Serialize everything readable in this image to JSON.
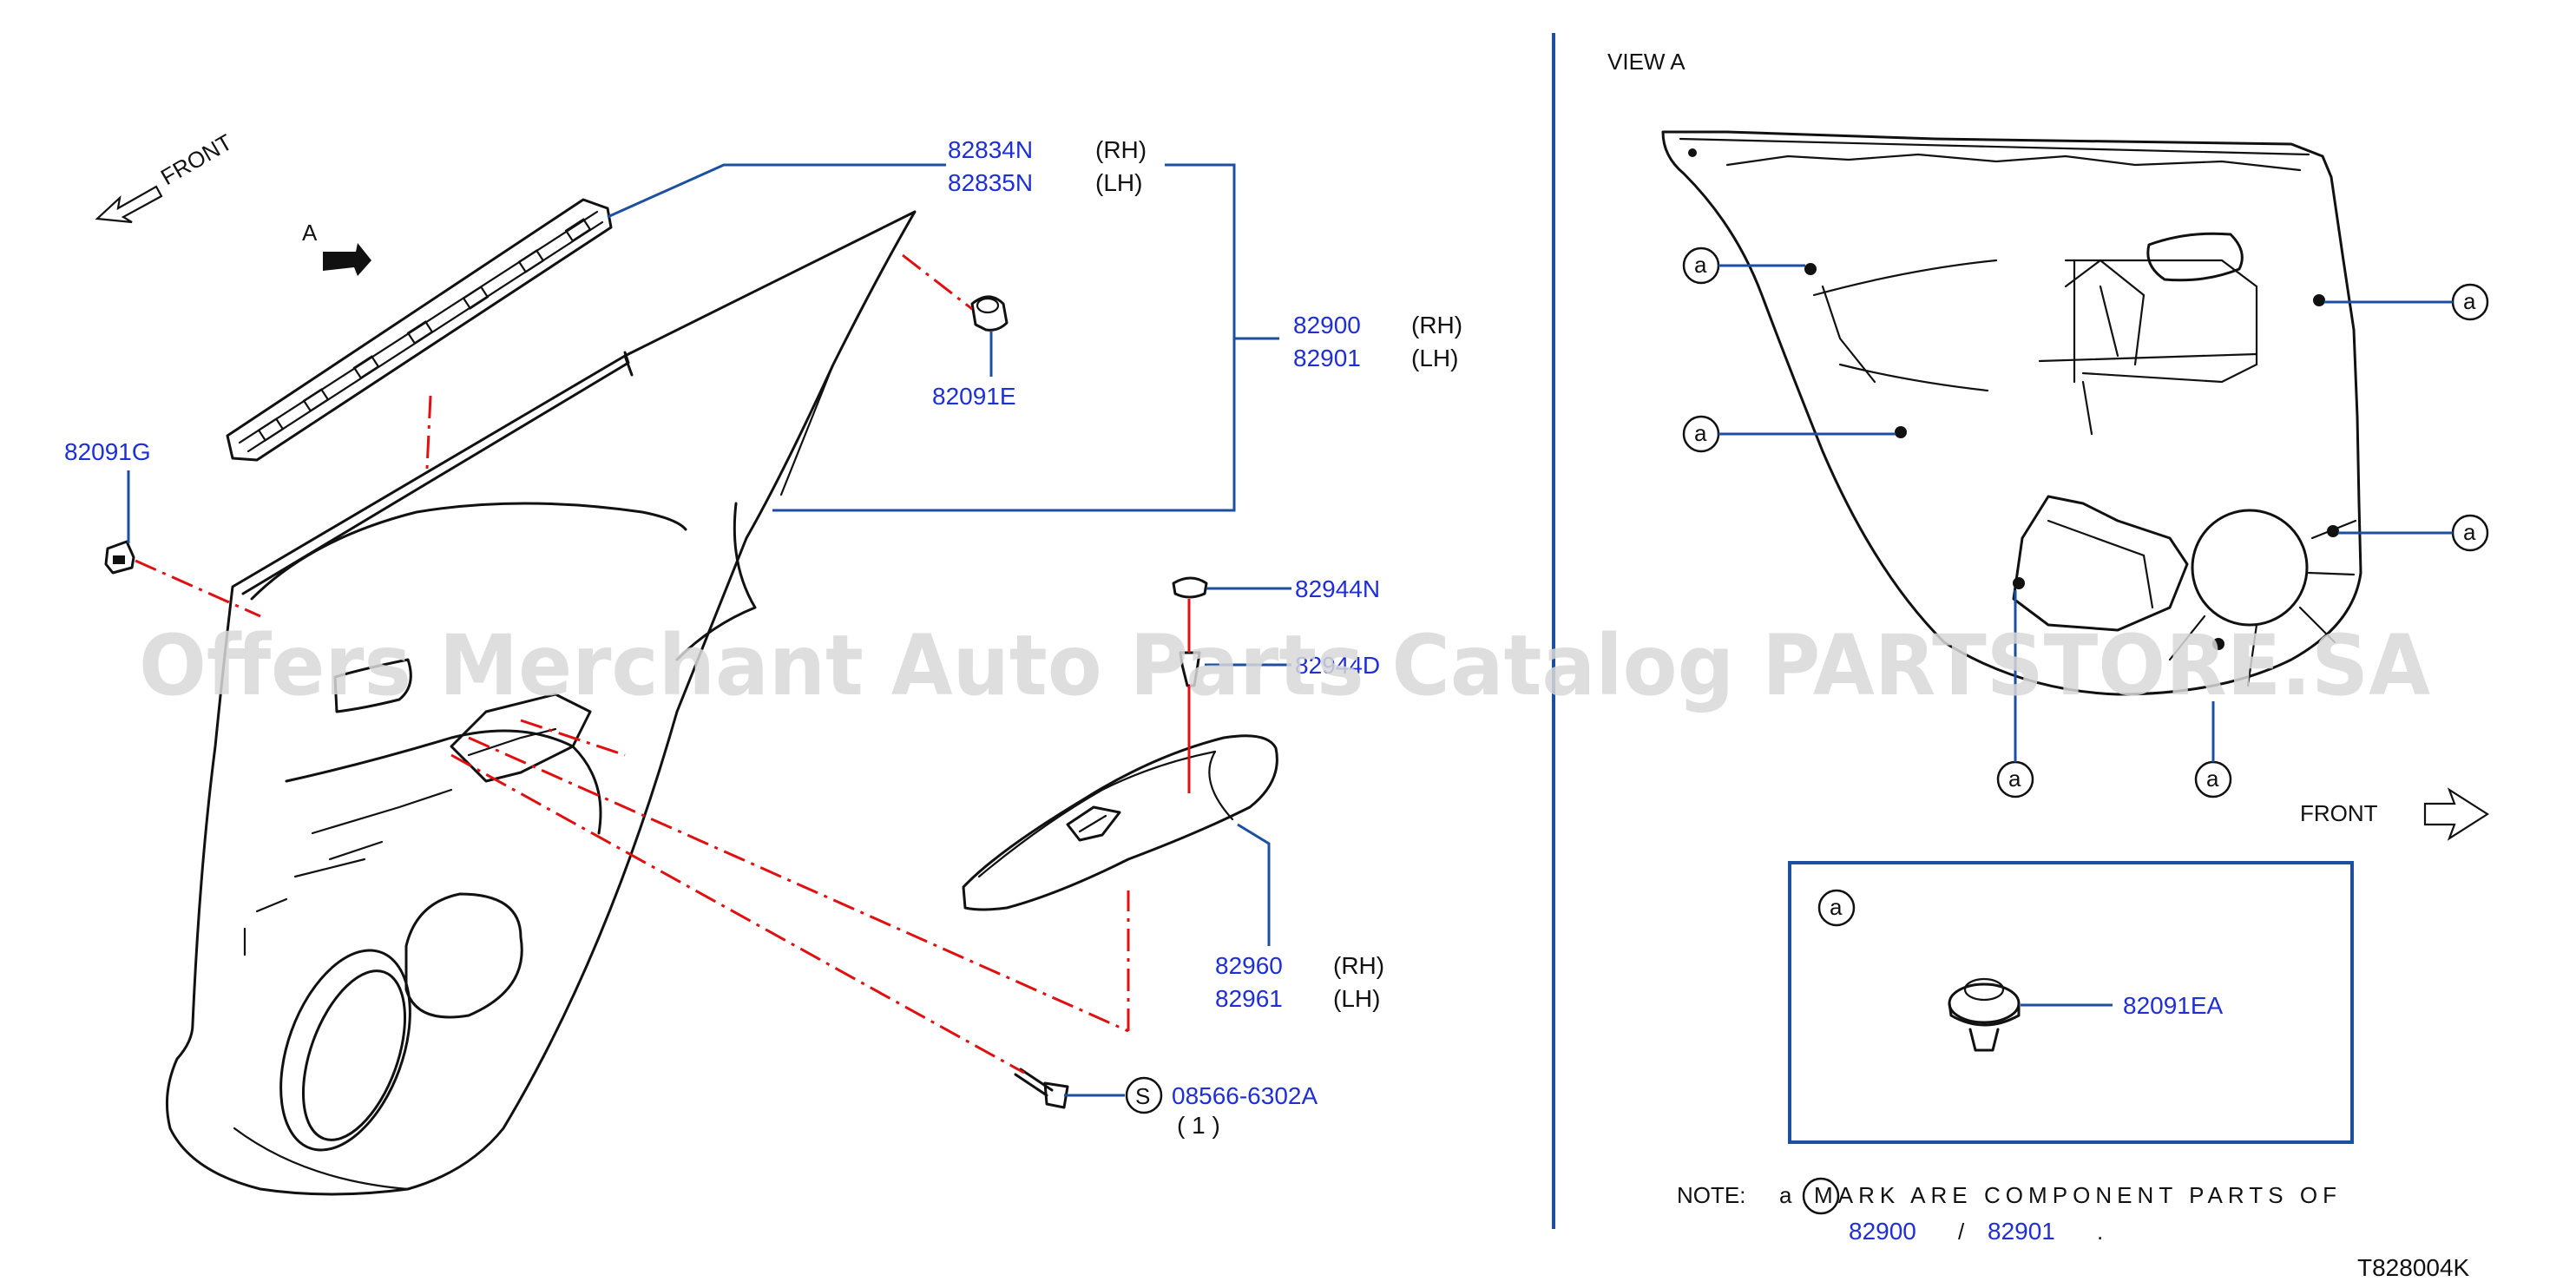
{
  "diagram": {
    "code": "T828004K",
    "watermark": "Offers Merchant Auto Parts Catalog PARTSTORE.SA",
    "left": {
      "front_label": "FRONT",
      "view_marker": "A",
      "parts": {
        "finisher_rh": "82834N",
        "finisher_lh": "82835N",
        "finisher_rh_side": "(RH)",
        "finisher_lh_side": "(LH)",
        "trim_rh": "82900",
        "trim_lh": "82901",
        "trim_rh_side": "(RH)",
        "trim_lh_side": "(LH)",
        "clip_e": "82091E",
        "clip_g": "82091G",
        "cap_n": "82944N",
        "cap_d": "82944D",
        "armrest_rh": "82960",
        "armrest_lh": "82961",
        "armrest_rh_side": "(RH)",
        "armrest_lh_side": "(LH)",
        "screw": "08566-6302A",
        "screw_qty": "( 1 )",
        "screw_symbol": "S"
      }
    },
    "right": {
      "title": "VIEW A",
      "front_label": "FRONT",
      "callout": "a",
      "inset_part": "82091EA",
      "note_prefix": "NOTE:",
      "note_mark": "a",
      "note_text": "MARK ARE COMPONENT PARTS OF",
      "note_part_1": "82900",
      "note_sep": "/",
      "note_part_2": "82901",
      "note_end": "."
    }
  }
}
